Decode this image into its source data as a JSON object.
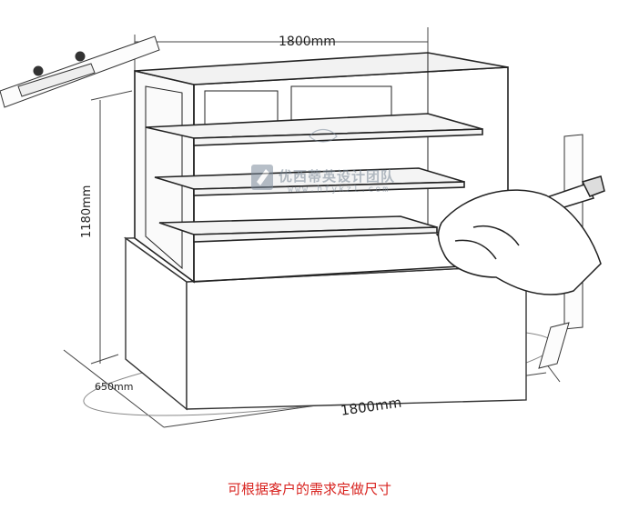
{
  "dimensions": {
    "width_top": "1800mm",
    "width_bottom": "1800mm",
    "depth": "650mm",
    "height": "1180mm"
  },
  "watermark": {
    "name": "优西蒂英设计团队",
    "url": "www.hfykzl.com"
  },
  "caption": "可根据客户的需求定做尺寸",
  "colors": {
    "caption": "#d8231f",
    "line": "#333333"
  }
}
